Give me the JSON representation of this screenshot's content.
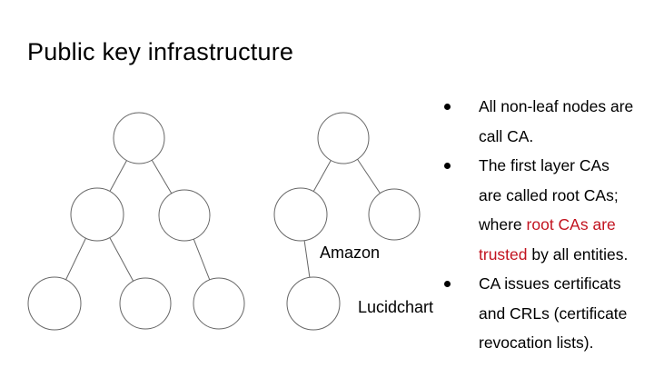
{
  "slide": {
    "title": "Public key infrastructure"
  },
  "diagram": {
    "amazon_label": "Amazon",
    "lucidchart_label": "Lucidchart"
  },
  "bullets": {
    "marker_icon": "filled-dot-bullet",
    "items": [
      {
        "line1": "All non-leaf nodes are",
        "line2": "call CA."
      },
      {
        "line1": "The first layer CAs",
        "line2": "are called root CAs;",
        "line3_prefix": "where ",
        "line3_highlight": "root CAs are",
        "line4_highlight": "trusted",
        "line4_suffix": " by all entities."
      },
      {
        "line1": "CA issues certificats",
        "line2": "and CRLs (certificate",
        "line3": "revocation lists)."
      }
    ]
  },
  "colors": {
    "background": "#ffffff",
    "text": "#000000",
    "highlight_red": "#c2131f",
    "tree_outline": "#666666"
  }
}
